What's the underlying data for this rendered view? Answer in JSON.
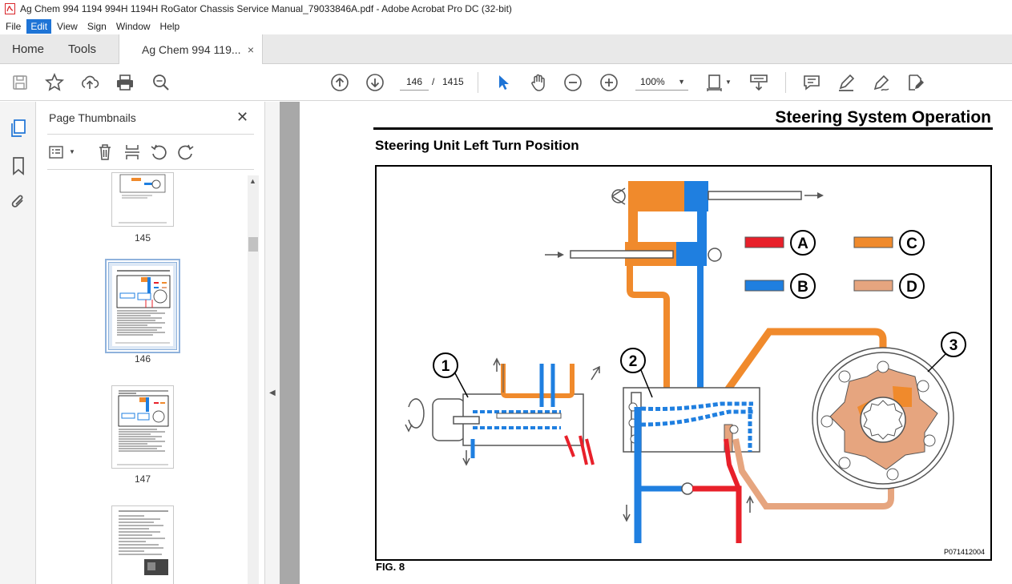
{
  "window": {
    "title": "Ag Chem 994 1194 994H 1194H RoGator Chassis Service Manual_79033846A.pdf - Adobe Acrobat Pro DC (32-bit)"
  },
  "menu": {
    "items": [
      "File",
      "Edit",
      "View",
      "Sign",
      "Window",
      "Help"
    ],
    "active": "Edit"
  },
  "tabs": {
    "home": "Home",
    "tools": "Tools",
    "document": "Ag Chem 994 119...",
    "close": "×"
  },
  "toolbar": {
    "current_page": "146",
    "page_separator": "/",
    "total_pages": "1415",
    "zoom": "100%"
  },
  "thumbnails": {
    "title": "Page Thumbnails",
    "close": "✕",
    "pages": [
      {
        "number": "145",
        "selected": false
      },
      {
        "number": "146",
        "selected": true
      },
      {
        "number": "147",
        "selected": false
      },
      {
        "number": "",
        "selected": false
      }
    ]
  },
  "document": {
    "section_heading": "Steering System Operation",
    "subheading": "Steering Unit Left Turn Position",
    "figure_label": "FIG. 8",
    "figure_code": "P071412004",
    "callouts": [
      "1",
      "2",
      "3"
    ],
    "legend": [
      {
        "letter": "A",
        "color": "#e8202a"
      },
      {
        "letter": "B",
        "color": "#1f7fe0"
      },
      {
        "letter": "C",
        "color": "#f08a2c"
      },
      {
        "letter": "D",
        "color": "#e6a57f"
      }
    ]
  },
  "colors": {
    "accent_blue": "#1e74d6",
    "pressure_red": "#e8202a",
    "return_blue": "#1f7fe0",
    "supply_orange": "#f08a2c",
    "metered_tan": "#e6a57f"
  }
}
